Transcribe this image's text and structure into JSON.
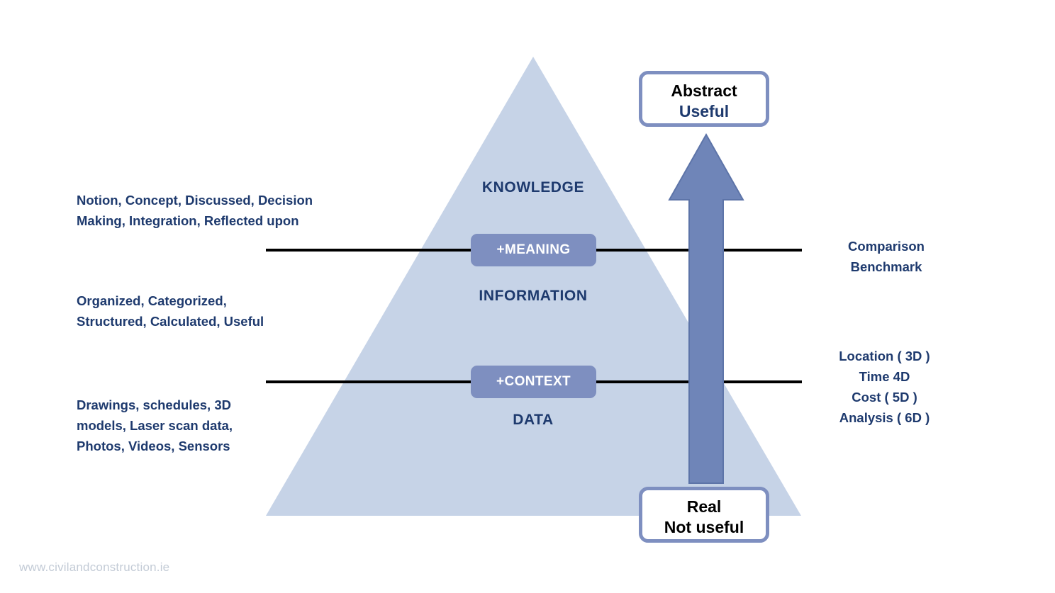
{
  "colors": {
    "pyramid_fill": "#c6d3e7",
    "badge_fill": "#7e8fc0",
    "arrow_fill": "#6f85b8",
    "arrow_stroke": "#5d74a8",
    "text_blue": "#1e3a6e",
    "text_black": "#000000",
    "divider_black": "#000000",
    "box_border": "#7e8fc0",
    "footer_gray": "#c3cbd6",
    "background": "#ffffff"
  },
  "pyramid": {
    "tiers": [
      {
        "id": "knowledge",
        "label": "KNOWLEDGE"
      },
      {
        "id": "information",
        "label": "INFORMATION"
      },
      {
        "id": "data",
        "label": "DATA"
      }
    ],
    "badges": [
      {
        "id": "meaning",
        "label": "+MEANING"
      },
      {
        "id": "context",
        "label": "+CONTEXT"
      }
    ]
  },
  "left_notes": {
    "knowledge": "Notion, Concept, Discussed, Decision\nMaking, Integration, Reflected upon",
    "information": "Organized, Categorized,\nStructured, Calculated, Useful",
    "data": "Drawings, schedules, 3D\nmodels, Laser scan data,\nPhotos, Videos, Sensors"
  },
  "right_notes": {
    "comparison": "Comparison\nBenchmark",
    "dimensions": "Location ( 3D )\nTime 4D\nCost ( 5D )\nAnalysis ( 6D )"
  },
  "end_boxes": {
    "top": {
      "line1": "Abstract",
      "line2": "Useful"
    },
    "bottom": {
      "line1": "Real",
      "line2": "Not useful"
    }
  },
  "arrow": {
    "direction": "up",
    "meaning": "progression from Real/Not useful to Abstract/Useful"
  },
  "footer": {
    "url": "www.civilandconstruction.ie"
  }
}
